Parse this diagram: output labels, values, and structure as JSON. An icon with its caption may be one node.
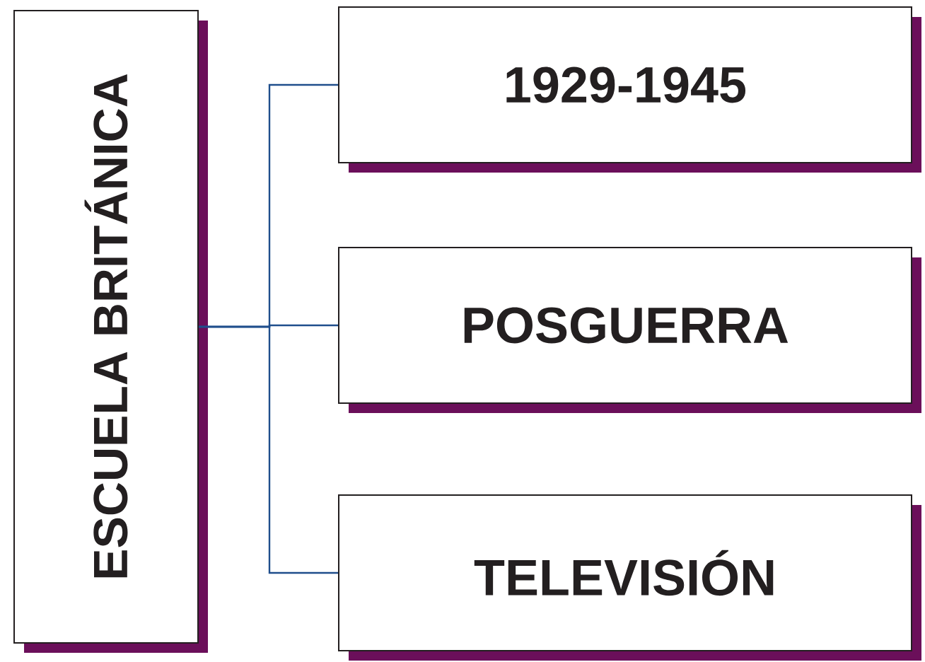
{
  "diagram": {
    "nodes": [
      {
        "text": [
          "ESCUELA BRITÁNICA"
        ]
      },
      {
        "text": [
          "1929-1945"
        ]
      },
      {
        "text": [
          "POSGUERRA"
        ]
      },
      {
        "text": [
          "TELEVISIÓN"
        ]
      }
    ],
    "edges": [
      {
        "from": 0,
        "to": 1,
        "arrow": "none"
      },
      {
        "from": 0,
        "to": 2,
        "arrow": "none"
      },
      {
        "from": 0,
        "to": 3,
        "arrow": "none"
      }
    ]
  }
}
